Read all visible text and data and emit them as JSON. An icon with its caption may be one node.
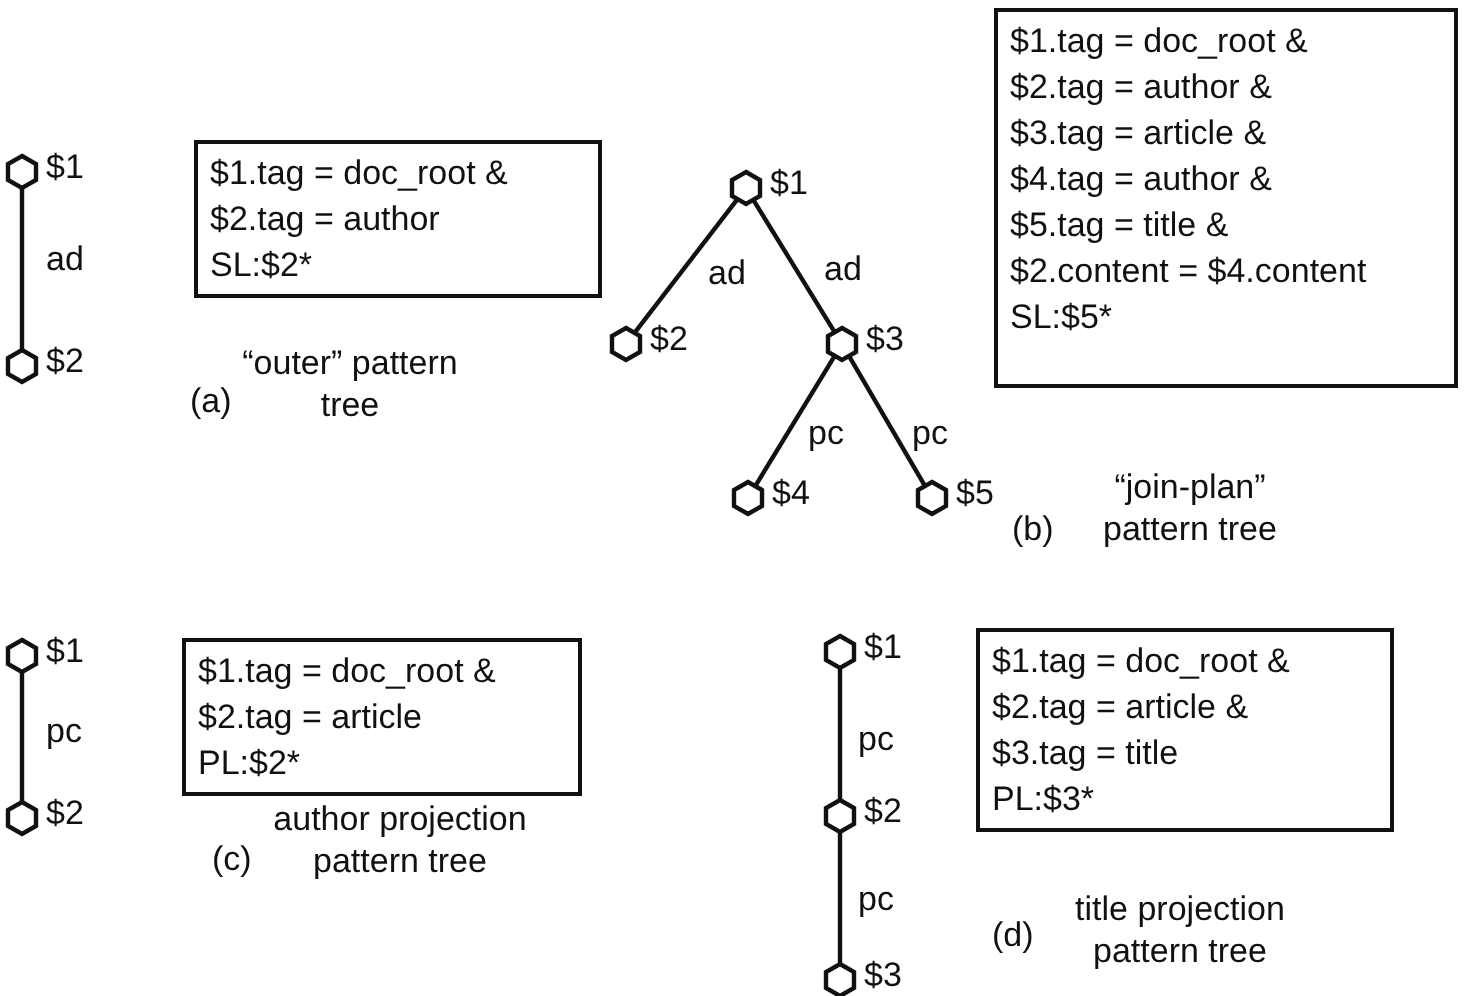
{
  "diagram": {
    "nodes": [
      {
        "text": [],
        "shape": "hexagon",
        "beside": [
          "$1"
        ]
      },
      {
        "text": [],
        "shape": "hexagon",
        "beside": [
          "$2"
        ]
      },
      {
        "text": [
          "$1.tag = doc_root &",
          "$2.tag = author",
          "SL:$2*"
        ]
      },
      {
        "text": [],
        "shape": "hexagon",
        "beside": [
          "$1"
        ]
      },
      {
        "text": [],
        "shape": "hexagon",
        "beside": [
          "$2"
        ]
      },
      {
        "text": [],
        "shape": "hexagon",
        "beside": [
          "$3"
        ]
      },
      {
        "text": [],
        "shape": "hexagon",
        "beside": [
          "$4"
        ]
      },
      {
        "text": [],
        "shape": "hexagon",
        "beside": [
          "$5"
        ]
      },
      {
        "text": [
          "$1.tag = doc_root &",
          "$2.tag = author &",
          "$3.tag = article &",
          "$4.tag = author &",
          "$5.tag = title &",
          "$2.content = $4.content",
          "SL:$5*"
        ]
      },
      {
        "text": [],
        "shape": "hexagon",
        "beside": [
          "$1"
        ]
      },
      {
        "text": [],
        "shape": "hexagon",
        "beside": [
          "$2"
        ]
      },
      {
        "text": [
          "$1.tag = doc_root &",
          "$2.tag = article",
          "PL:$2*"
        ]
      },
      {
        "text": [],
        "shape": "hexagon",
        "beside": [
          "$1"
        ]
      },
      {
        "text": [],
        "shape": "hexagon",
        "beside": [
          "$2"
        ]
      },
      {
        "text": [],
        "shape": "hexagon",
        "beside": [
          "$3"
        ]
      },
      {
        "text": [
          "$1.tag = doc_root &",
          "$2.tag = article &",
          "$3.tag = title",
          "PL:$3*"
        ]
      }
    ],
    "edges": [
      {
        "from": 0,
        "to": 1,
        "arrow": "none",
        "label": "ad"
      },
      {
        "from": 3,
        "to": 4,
        "arrow": "none",
        "label": "ad"
      },
      {
        "from": 3,
        "to": 5,
        "arrow": "none",
        "label": "ad"
      },
      {
        "from": 5,
        "to": 6,
        "arrow": "none",
        "label": "pc"
      },
      {
        "from": 5,
        "to": 7,
        "arrow": "none",
        "label": "pc"
      },
      {
        "from": 9,
        "to": 10,
        "arrow": "none",
        "label": "pc"
      },
      {
        "from": 12,
        "to": 13,
        "arrow": "none",
        "label": "pc"
      },
      {
        "from": 13,
        "to": 14,
        "arrow": "none",
        "label": "pc"
      }
    ],
    "labels": [
      "(a)",
      "“outer” pattern tree",
      "(b)",
      "“join-plan” pattern tree",
      "(c)",
      "author projection pattern tree",
      "(d)",
      "title projection pattern tree"
    ]
  }
}
